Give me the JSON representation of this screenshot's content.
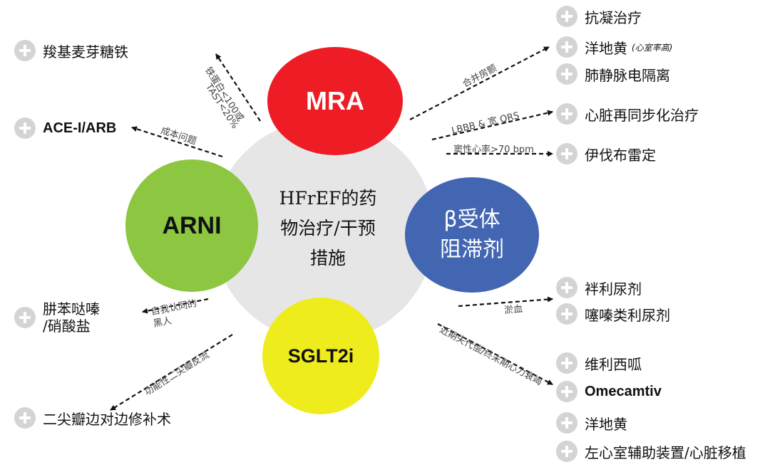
{
  "center": {
    "line1": "HFrEF的药",
    "line2": "物治疗/干预",
    "line3": "措施"
  },
  "nodes": {
    "mra": "MRA",
    "arni": "ARNI",
    "beta_line1": "β受体",
    "beta_line2": "阻滞剂",
    "sglt2i": "SGLT2i"
  },
  "items": {
    "carboxymaltose": "羧基麦芽糖铁",
    "ace_arb": "ACE-I/ARB",
    "hydralazine_1": "肼苯哒嗪",
    "hydralazine_2": "/硝酸盐",
    "mitral": "二尖瓣边对边修补术",
    "anticoag": "抗凝治疗",
    "digoxin_af": "洋地黄",
    "digoxin_af_note": "(心室率高)",
    "pv_isolation": "肺静脉电隔离",
    "crt": "心脏再同步化治疗",
    "ivabradine": "伊伐布雷定",
    "loop_diuretic": "袢利尿剂",
    "thiazide": "噻嗪类利尿剂",
    "vericiguat": "维利西呱",
    "omecamtiv": "Omecamtiv",
    "digoxin": "洋地黄",
    "lvad": "左心室辅助装置/心脏移植"
  },
  "notes": {
    "iron": "铁蛋白<100或",
    "tsat": "TAST<20%",
    "cost": "成本问题",
    "black_1": "自我认同的",
    "black_2": "黑人",
    "mr": "功能性二尖瓣反流",
    "af": "合并房颤",
    "lbbb": "LBBB & 宽 QRS",
    "hr": "窦性心率>70 bpm",
    "congestion": "淤血",
    "worsening": "近期失代偿/终末期心力衰竭"
  }
}
